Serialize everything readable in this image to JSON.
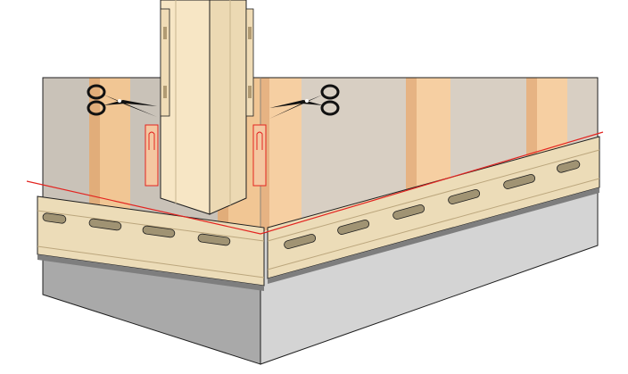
{
  "diagram": {
    "kind": "siding corner installation illustration",
    "text_labels": [],
    "components": [
      {
        "name": "wall-stud-frame",
        "count": 6
      },
      {
        "name": "outside-corner-post"
      },
      {
        "name": "starter-strip",
        "count": 2
      },
      {
        "name": "foundation-plinth"
      },
      {
        "name": "chalk-guide-line"
      },
      {
        "name": "scissors-icon",
        "count": 2
      },
      {
        "name": "cut-slot-marker",
        "count": 2
      }
    ],
    "colors": {
      "background": "#ffffff",
      "outline": "#1f1f1f",
      "wall_left": "#c9c2b8",
      "wall_right": "#d8cfc3",
      "stud_light": "#f6cfa2",
      "stud_shadow": "#e6b383",
      "corner_post": "#f7e6c5",
      "corner_post_shadow": "#e7d3ab",
      "starter_strip": "#ecdcb8",
      "plinth_left": "#a9a9a9",
      "plinth_right": "#d4d4d4",
      "guide_line": "#e32420",
      "scissors": "#111111"
    }
  }
}
